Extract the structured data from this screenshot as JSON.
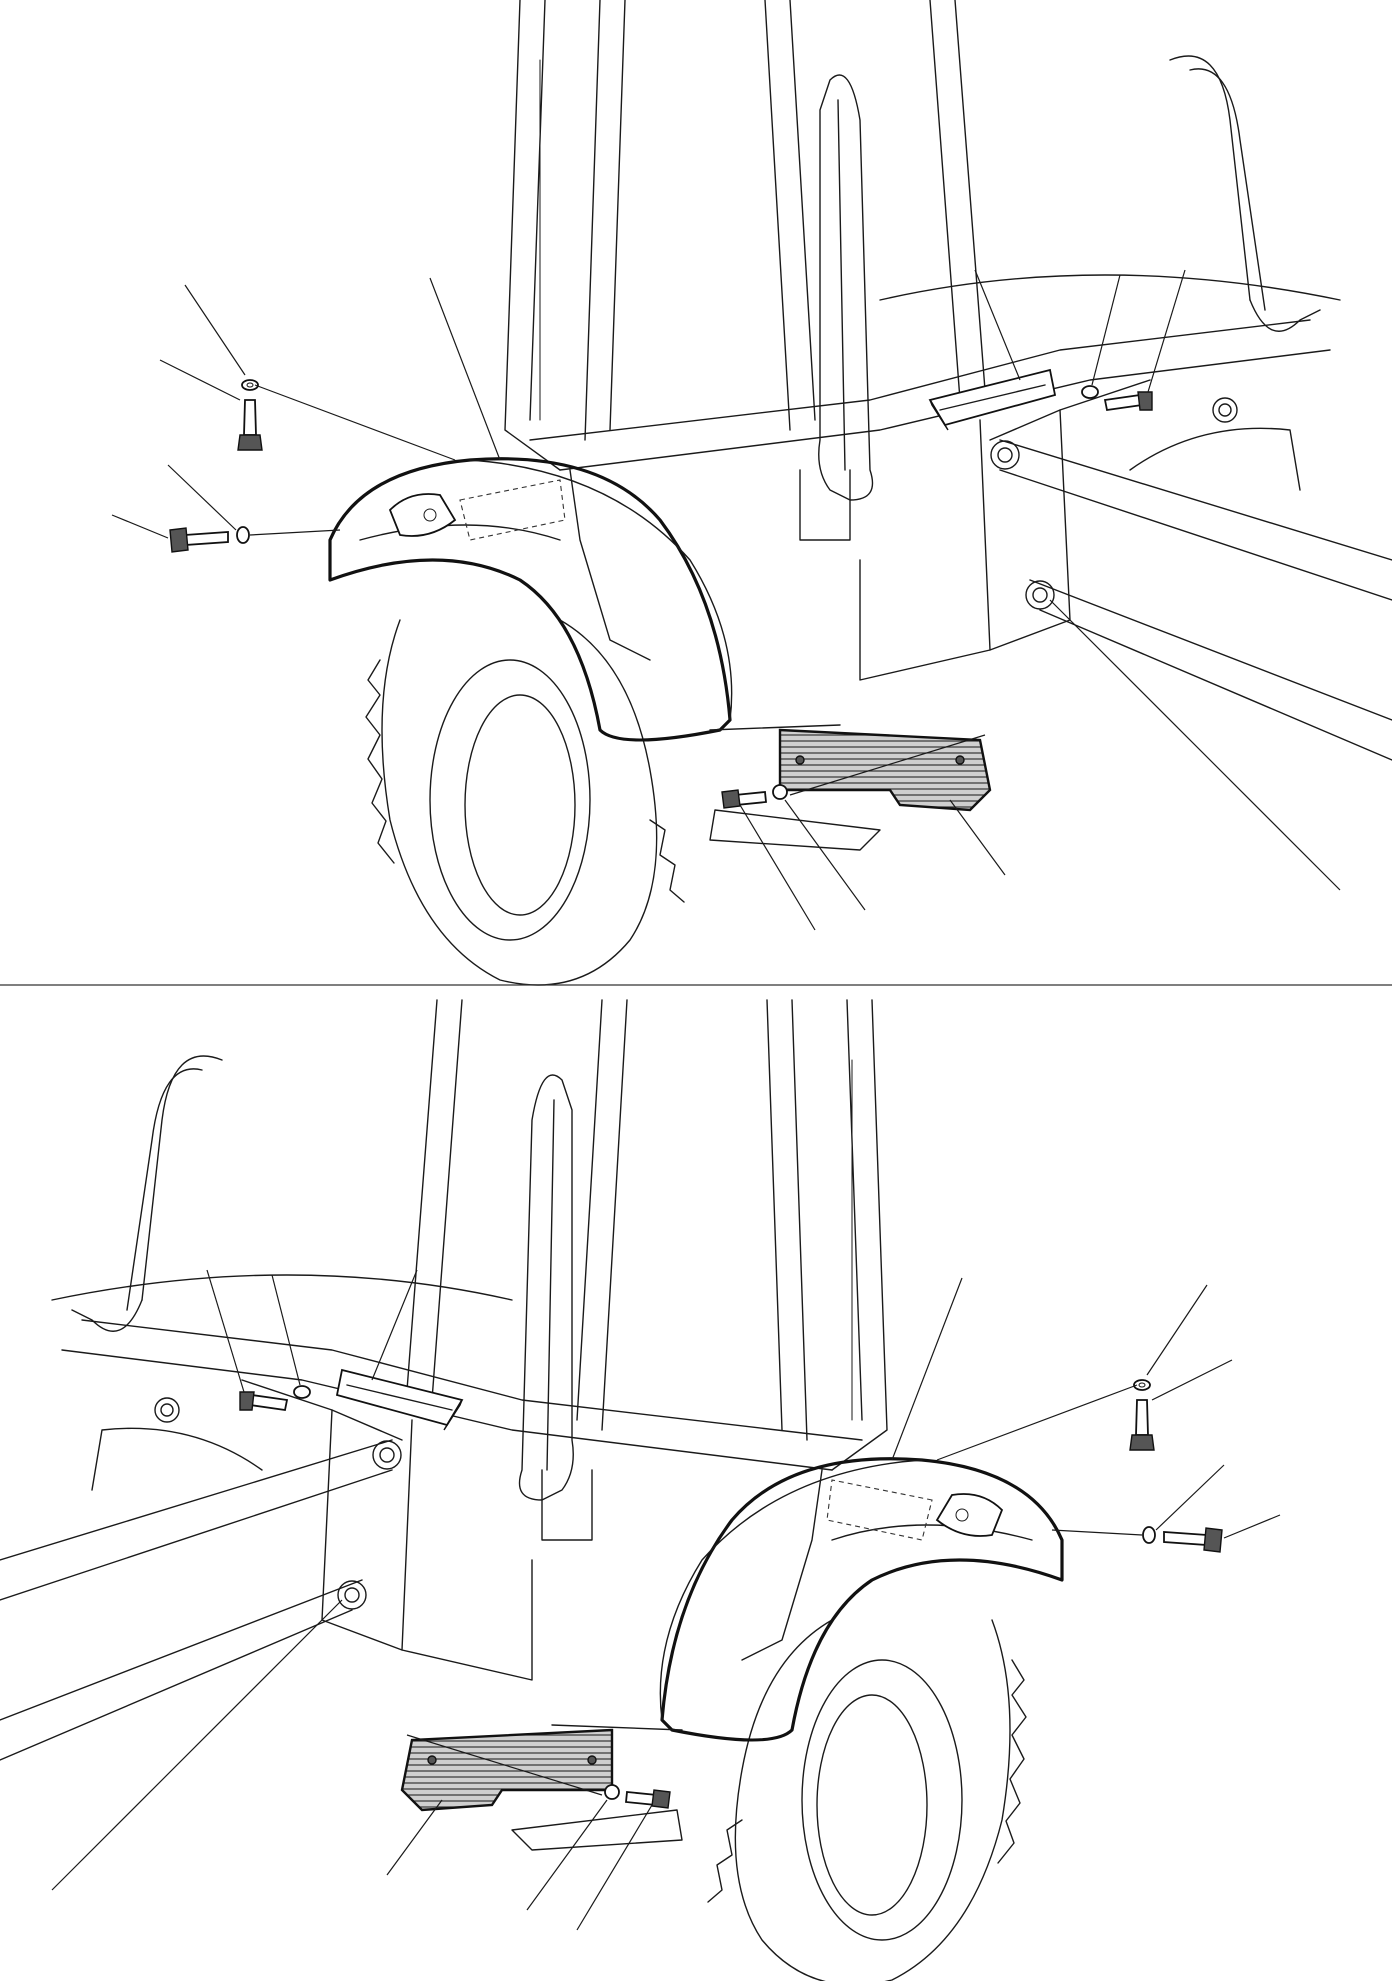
{
  "figure": {
    "views": [
      {
        "id": "upper",
        "side": "right"
      },
      {
        "id": "lower",
        "side": "left"
      }
    ],
    "parts": [
      "fender-mudguard-icon",
      "step-plate-icon",
      "grab-bracket-icon",
      "bolt-icon",
      "washer-icon",
      "screw-icon"
    ],
    "colors": {
      "line": "#1a1a1a",
      "paper": "#ffffff",
      "hatch": "#555555"
    }
  }
}
